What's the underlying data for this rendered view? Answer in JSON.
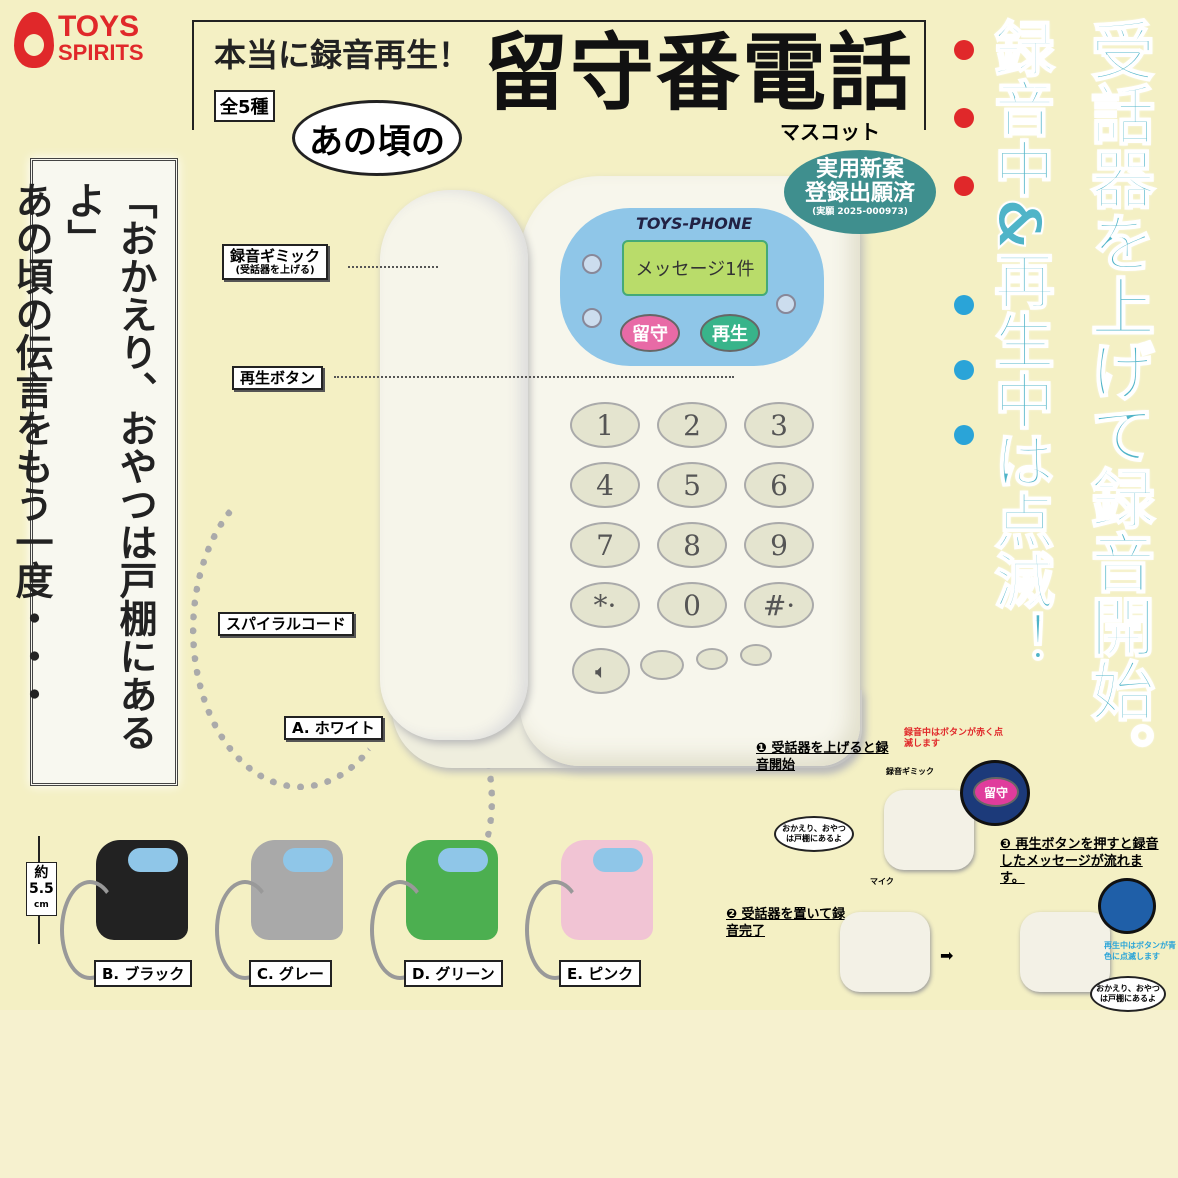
{
  "logo": {
    "line1": "TOYS",
    "line2": "SPIRITS"
  },
  "header": {
    "subtitle": "本当に録音再生！",
    "kinds": "全5種",
    "bubble": "あの頃の",
    "title": "留守番電話",
    "mascot": "マスコット"
  },
  "badge": {
    "line1": "実用新案",
    "line2": "登録出願済",
    "note": "(実願 2025-000973)"
  },
  "left_text": {
    "quote": "「おかえり、おやつは戸棚にあるよ」",
    "tagline": "あの頃の伝言をもう一度・・・"
  },
  "right_text": {
    "col1": "受話器を上げて録音開始。",
    "col2": "録音中&再生中は点滅！",
    "red": "#e0282a",
    "blue": "#4fb4c8"
  },
  "labels": {
    "gimmick": "録音ギミック",
    "gimmick_sub": "(受話器を上げる)",
    "play_button": "再生ボタン",
    "cord": "スパイラルコード",
    "white": "A. ホワイト"
  },
  "phone": {
    "brand": "TOYS-PHONE",
    "display": "メッセージ1件",
    "rusu": "留守",
    "saisei": "再生",
    "keys": [
      "1",
      "2",
      "3",
      "4",
      "5",
      "6",
      "7",
      "8",
      "9",
      "*·",
      "0",
      "#·"
    ],
    "speaker_icon": "speaker-icon"
  },
  "size": {
    "prefix": "約",
    "value": "5.5",
    "unit": "cm"
  },
  "variants": [
    {
      "label": "B. ブラック",
      "color": "#222222"
    },
    {
      "label": "C. グレー",
      "color": "#a9a9a9"
    },
    {
      "label": "D. グリーン",
      "color": "#4caf50"
    },
    {
      "label": "E. ピンク",
      "color": "#f1c4d4"
    }
  ],
  "howto": {
    "step1": "❶ 受話器を上げると録音開始",
    "red_note": "録音中はボタンが赤く点滅します",
    "gimmick": "録音ギミック",
    "mic": "マイク",
    "bubble": "おかえり、おやつは戸棚にあるよ",
    "step2": "❷ 受話器を置いて録音完了",
    "step3": "❸ 再生ボタンを押すと録音したメッセージが流れます。",
    "blue_note": "再生中はボタンが青色に点滅します",
    "rusu": "留守"
  }
}
